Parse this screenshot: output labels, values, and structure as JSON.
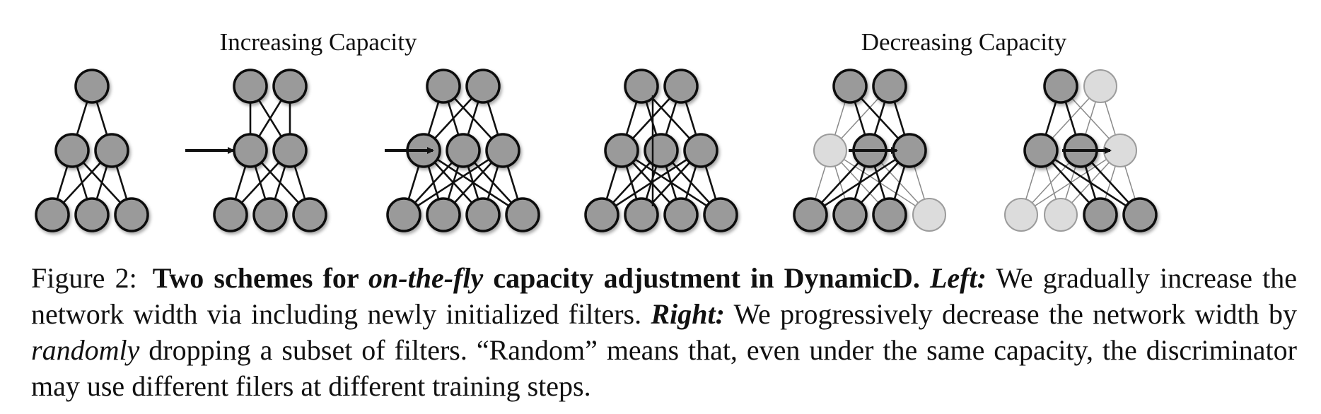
{
  "figure": {
    "left_title": "Increasing Capacity",
    "right_title": "Decreasing Capacity",
    "colors": {
      "active_node": "#9a9a9a",
      "inactive_node": "#dcdcdc",
      "active_edge": "#111111",
      "inactive_edge": "#8a8a8a"
    },
    "networks": [
      {
        "group": "increasing",
        "top": [
          true
        ],
        "middle": [
          true,
          true
        ],
        "bottom": [
          true,
          true,
          true
        ]
      },
      {
        "group": "increasing",
        "top": [
          true,
          true
        ],
        "middle": [
          true,
          true
        ],
        "bottom": [
          true,
          true,
          true
        ]
      },
      {
        "group": "increasing",
        "top": [
          true,
          true
        ],
        "middle": [
          true,
          true,
          true
        ],
        "bottom": [
          true,
          true,
          true,
          true
        ]
      },
      {
        "group": "decreasing",
        "top": [
          true,
          true
        ],
        "middle": [
          true,
          true,
          true
        ],
        "bottom": [
          true,
          true,
          true,
          true
        ]
      },
      {
        "group": "decreasing",
        "top": [
          true,
          true
        ],
        "middle": [
          false,
          true,
          true
        ],
        "bottom": [
          true,
          true,
          true,
          false
        ]
      },
      {
        "group": "decreasing",
        "top": [
          true,
          false
        ],
        "middle": [
          true,
          true,
          false
        ],
        "bottom": [
          false,
          false,
          true,
          true
        ]
      }
    ]
  },
  "caption": {
    "label": "Figure 2:",
    "bold_1": "Two schemes for ",
    "bold_italic_1": "on-the-fly",
    "bold_2": " capacity adjustment in DynamicD.",
    "left_label": "Left:",
    "text_1": " We gradually increase the network width via including newly initialized filters. ",
    "right_label": "Right:",
    "text_2": " We progressively decrease the network width by ",
    "italic_1": "randomly",
    "text_3": " dropping a subset of filters. “Random” means that, even under the same capacity, the discriminator may use different filers at different training steps."
  }
}
